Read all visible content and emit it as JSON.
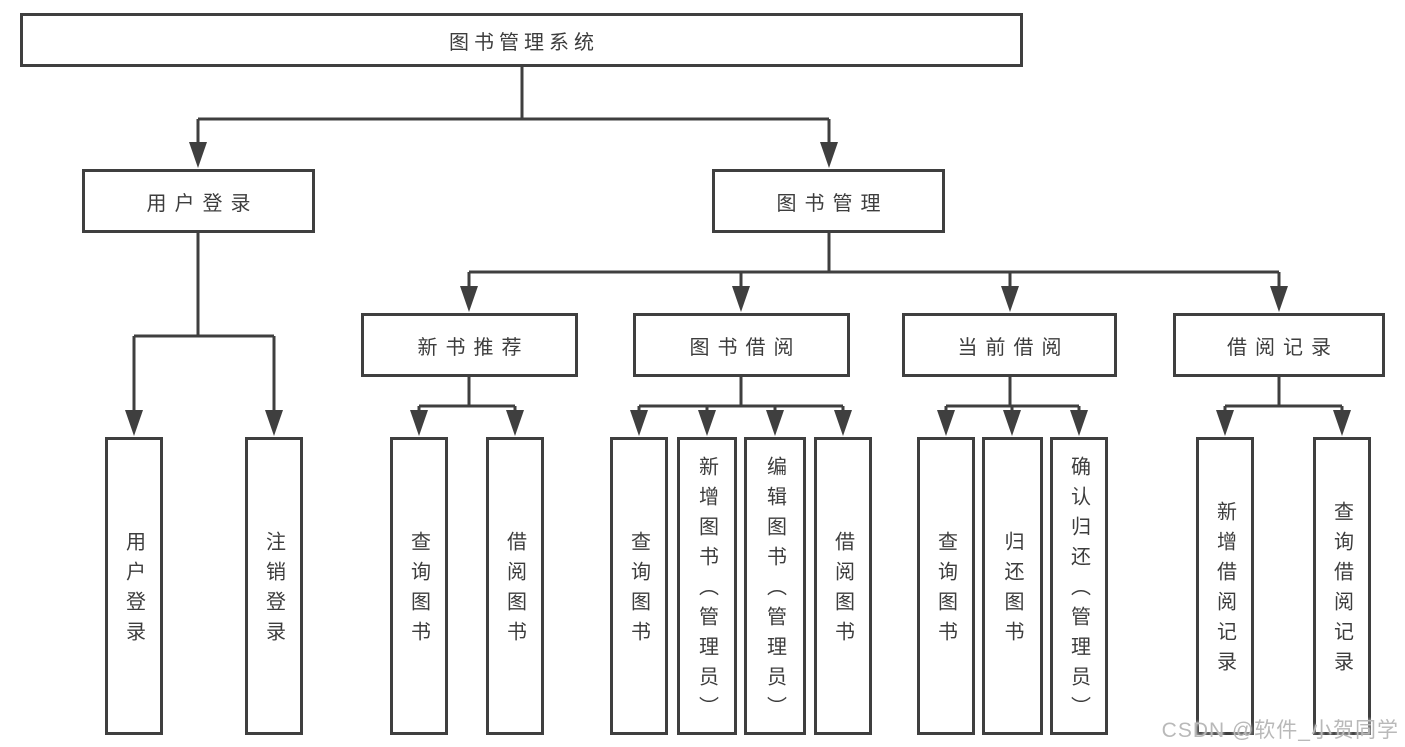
{
  "nodes": {
    "root": "图书管理系统",
    "user_login": "用户登录",
    "book_management": "图书管理",
    "new_book_recommend": "新书推荐",
    "book_borrowing": "图书借阅",
    "current_borrowing": "当前借阅",
    "borrowing_records": "借阅记录",
    "leaf_user_login": "用户登录",
    "leaf_logout": "注销登录",
    "leaf_query_books_a": "查询图书",
    "leaf_borrow_books_a": "借阅图书",
    "leaf_query_books_b": "查询图书",
    "leaf_add_books_admin": "新增图书（管理员）",
    "leaf_edit_books_admin": "编辑图书（管理员）",
    "leaf_borrow_books_b": "借阅图书",
    "leaf_query_books_c": "查询图书",
    "leaf_return_books": "归还图书",
    "leaf_confirm_return_admin": "确认归还（管理员）",
    "leaf_new_borrow_record": "新增借阅记录",
    "leaf_query_borrow_record": "查询借阅记录"
  },
  "hierarchy": {
    "图书管理系统": {
      "用户登录": [
        "用户登录",
        "注销登录"
      ],
      "图书管理": {
        "新书推荐": [
          "查询图书",
          "借阅图书"
        ],
        "图书借阅": [
          "查询图书",
          "新增图书（管理员）",
          "编辑图书（管理员）",
          "借阅图书"
        ],
        "当前借阅": [
          "查询图书",
          "归还图书",
          "确认归还（管理员）"
        ],
        "借阅记录": [
          "新增借阅记录",
          "查询借阅记录"
        ]
      }
    }
  },
  "watermark": "CSDN @软件_小贺同学",
  "colors": {
    "line": "#3f3f3f",
    "box_fill": "#ffffff",
    "text": "#3d3d3d",
    "watermark": "#b9b9b9"
  }
}
